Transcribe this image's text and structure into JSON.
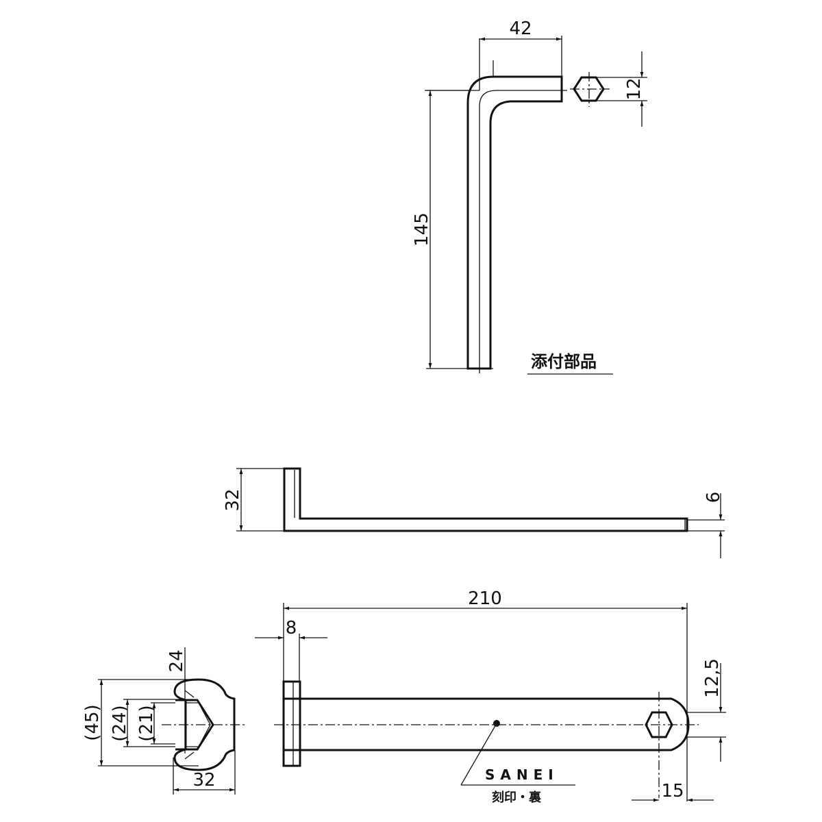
{
  "drawing": {
    "accessory_label": "添付部品",
    "hex_key": {
      "dim_width": "42",
      "dim_length": "145",
      "dim_hex": "12"
    },
    "side_view": {
      "dim_height": "32",
      "dim_thickness": "6"
    },
    "top_view": {
      "dim_length": "210",
      "dim_flange": "8",
      "dim_hex_offset": "12,5",
      "dim_end": "15",
      "marking_brand": "SANEI",
      "marking_note": "刻印・裏"
    },
    "end_view": {
      "dim_top": "24",
      "dim_outer": "(45)",
      "dim_mid": "(24)",
      "dim_inner": "(21)",
      "dim_width": "32"
    }
  }
}
